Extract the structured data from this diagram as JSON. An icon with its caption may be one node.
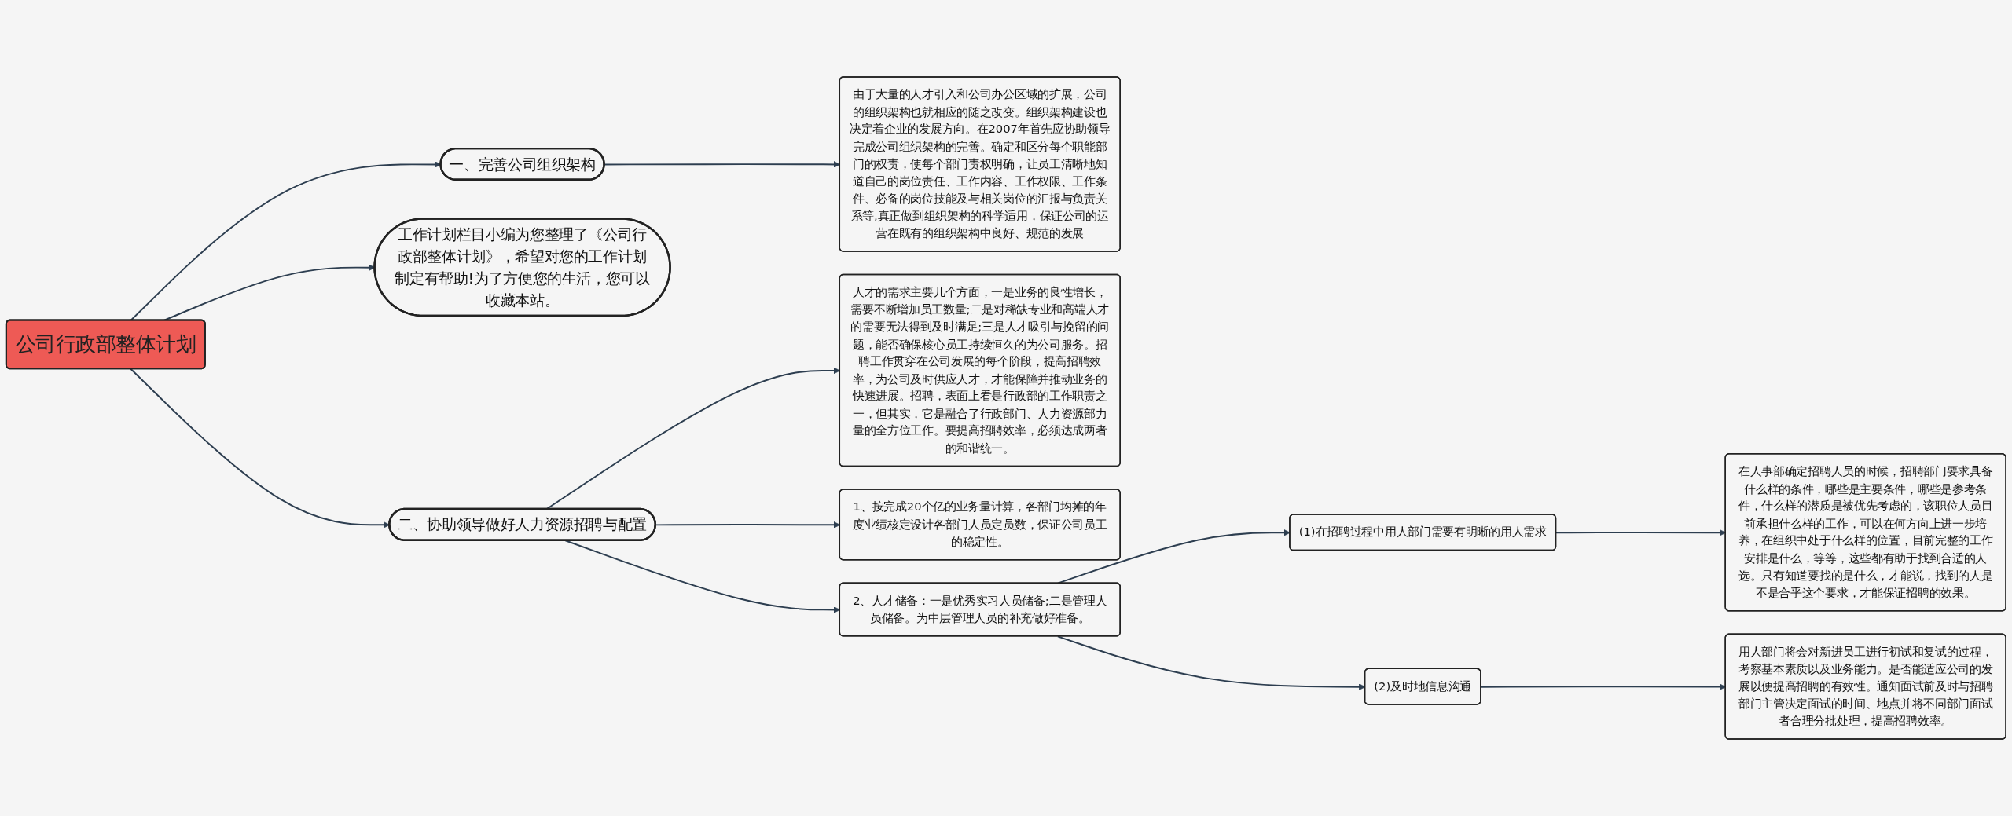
{
  "diagram": {
    "nodes": [
      {
        "text": [
          "公司行政部整体计划"
        ]
      },
      {
        "text": [
          "一、完善公司组织架构"
        ]
      },
      {
        "text": [
          "由于大量的人才引入和公司办公区域的扩展，公司的组织架构也就相应的随之改变。组织架构建设也决定着企业的发展方向。在2007年首先应协助领导完成公司组织架构的完善。确定和区分每个职能部门的权责，使每个部门责权明确，让员工清晰地知道自己的岗位责任、工作内容、工作权限、工作条件、必备的岗位技能及与相关岗位的汇报与负责关系等,真正做到组织架构的科学适用，保证公司的运营在既有的组织架构中良好、规范的发展"
        ]
      },
      {
        "text": [
          "工作计划栏目小编为您整理了《公司行政部整体计划》，希望对您的工作计划制定有帮助!为了方便您的生活，您可以收藏本站。"
        ]
      },
      {
        "text": [
          "二、协助领导做好人力资源招聘与配置"
        ]
      },
      {
        "text": [
          "人才的需求主要几个方面，一是业务的良性增长，需要不断增加员工数量;二是对稀缺专业和高端人才的需要无法得到及时满足;三是人才吸引与挽留的问题，能否确保核心员工持续恒久的为公司服务。招聘工作贯穿在公司发展的每个阶段，提高招聘效率，为公司及时供应人才，才能保障并推动业务的快速进展。招聘，表面上看是行政部的工作职责之一，但其实，它是融合了行政部门、人力资源部力量的全方位工作。要提高招聘效率，必须达成两者的和谐统一。"
        ]
      },
      {
        "text": [
          "1、按完成20个亿的业务量计算，各部门均摊的年度业绩核定设计各部门人员定员数，保证公司员工的稳定性。"
        ]
      },
      {
        "text": [
          "2、人才储备：一是优秀实习人员储备;二是管理人员储备。为中层管理人员的补充做好准备。"
        ]
      },
      {
        "text": [
          "(1)在招聘过程中用人部门需要有明晰的用人需求"
        ]
      },
      {
        "text": [
          "在人事部确定招聘人员的时候，招聘部门要求具备什么样的条件，哪些是主要条件，哪些是参考条件，什么样的潜质是被优先考虑的，该职位人员目前承担什么样的工作，可以在何方向上进一步培养，在组织中处于什么样的位置，目前完整的工作安排是什么，等等，这些都有助于找到合适的人选。只有知道要找的是什么，才能说，找到的人是不是合乎这个要求，才能保证招聘的效果。"
        ]
      },
      {
        "text": [
          "(2)及时地信息沟通"
        ]
      },
      {
        "text": [
          "用人部门将会对新进员工进行初试和复试的过程，考察基本素质以及业务能力。是否能适应公司的发展以便提高招聘的有效性。通知面试前及时与招聘部门主管决定面试的时间、地点并将不同部门面试者合理分批处理，提高招聘效率。"
        ]
      }
    ],
    "edges": [
      {
        "from": 0,
        "to": 1,
        "arrow": "to"
      },
      {
        "from": 1,
        "to": 2,
        "arrow": "to"
      },
      {
        "from": 0,
        "to": 3,
        "arrow": "to"
      },
      {
        "from": 0,
        "to": 4,
        "arrow": "to"
      },
      {
        "from": 4,
        "to": 5,
        "arrow": "to"
      },
      {
        "from": 4,
        "to": 6,
        "arrow": "to"
      },
      {
        "from": 4,
        "to": 7,
        "arrow": "to"
      },
      {
        "from": 7,
        "to": 8,
        "arrow": "to"
      },
      {
        "from": 8,
        "to": 9,
        "arrow": "to"
      },
      {
        "from": 7,
        "to": 10,
        "arrow": "to"
      },
      {
        "from": 10,
        "to": 11,
        "arrow": "to"
      }
    ]
  }
}
